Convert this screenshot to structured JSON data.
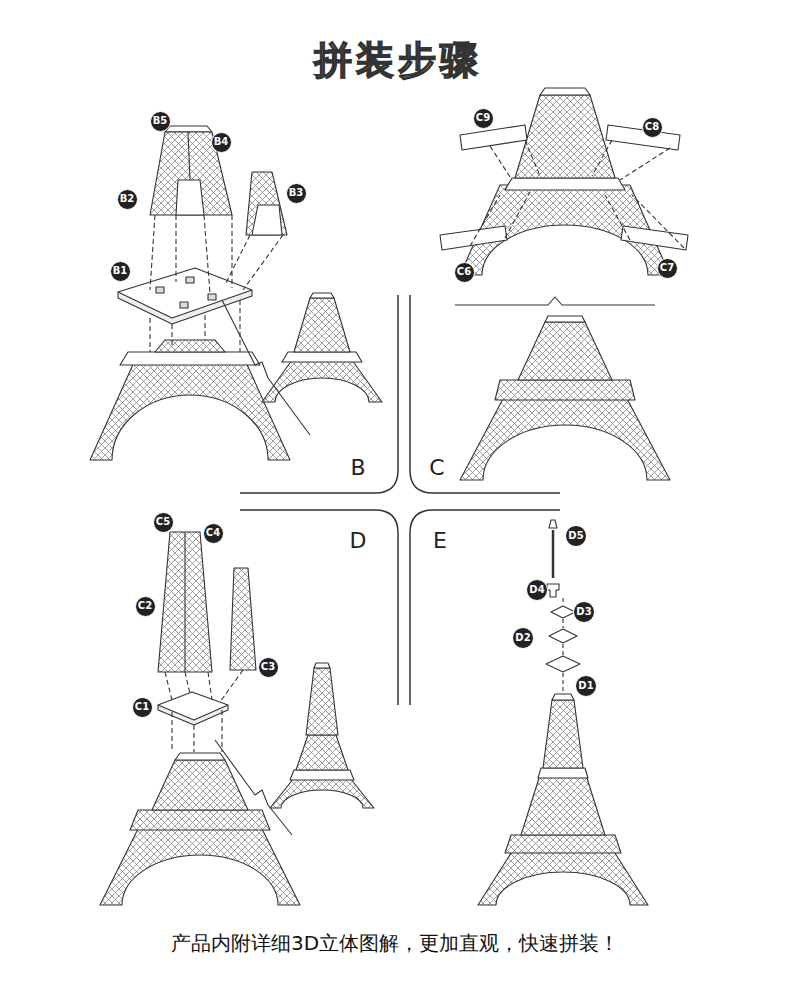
{
  "diagram": {
    "title": "拼装步骤",
    "caption": "产品内附详细3D立体图解，更加直观，快速拼装！",
    "nodes": [
      {
        "text": [
          "B5"
        ]
      },
      {
        "text": [
          "B4"
        ]
      },
      {
        "text": [
          "B2"
        ]
      },
      {
        "text": [
          "B3"
        ]
      },
      {
        "text": [
          "B1"
        ]
      },
      {
        "text": [
          "C9"
        ]
      },
      {
        "text": [
          "C8"
        ]
      },
      {
        "text": [
          "C6"
        ]
      },
      {
        "text": [
          "C7"
        ]
      },
      {
        "text": [
          "C5"
        ]
      },
      {
        "text": [
          "C4"
        ]
      },
      {
        "text": [
          "C2"
        ]
      },
      {
        "text": [
          "C3"
        ]
      },
      {
        "text": [
          "C1"
        ]
      },
      {
        "text": [
          "D5"
        ]
      },
      {
        "text": [
          "D4"
        ]
      },
      {
        "text": [
          "D3"
        ]
      },
      {
        "text": [
          "D2"
        ]
      },
      {
        "text": [
          "D1"
        ]
      }
    ],
    "labels": [
      "B",
      "C",
      "D",
      "E"
    ]
  }
}
